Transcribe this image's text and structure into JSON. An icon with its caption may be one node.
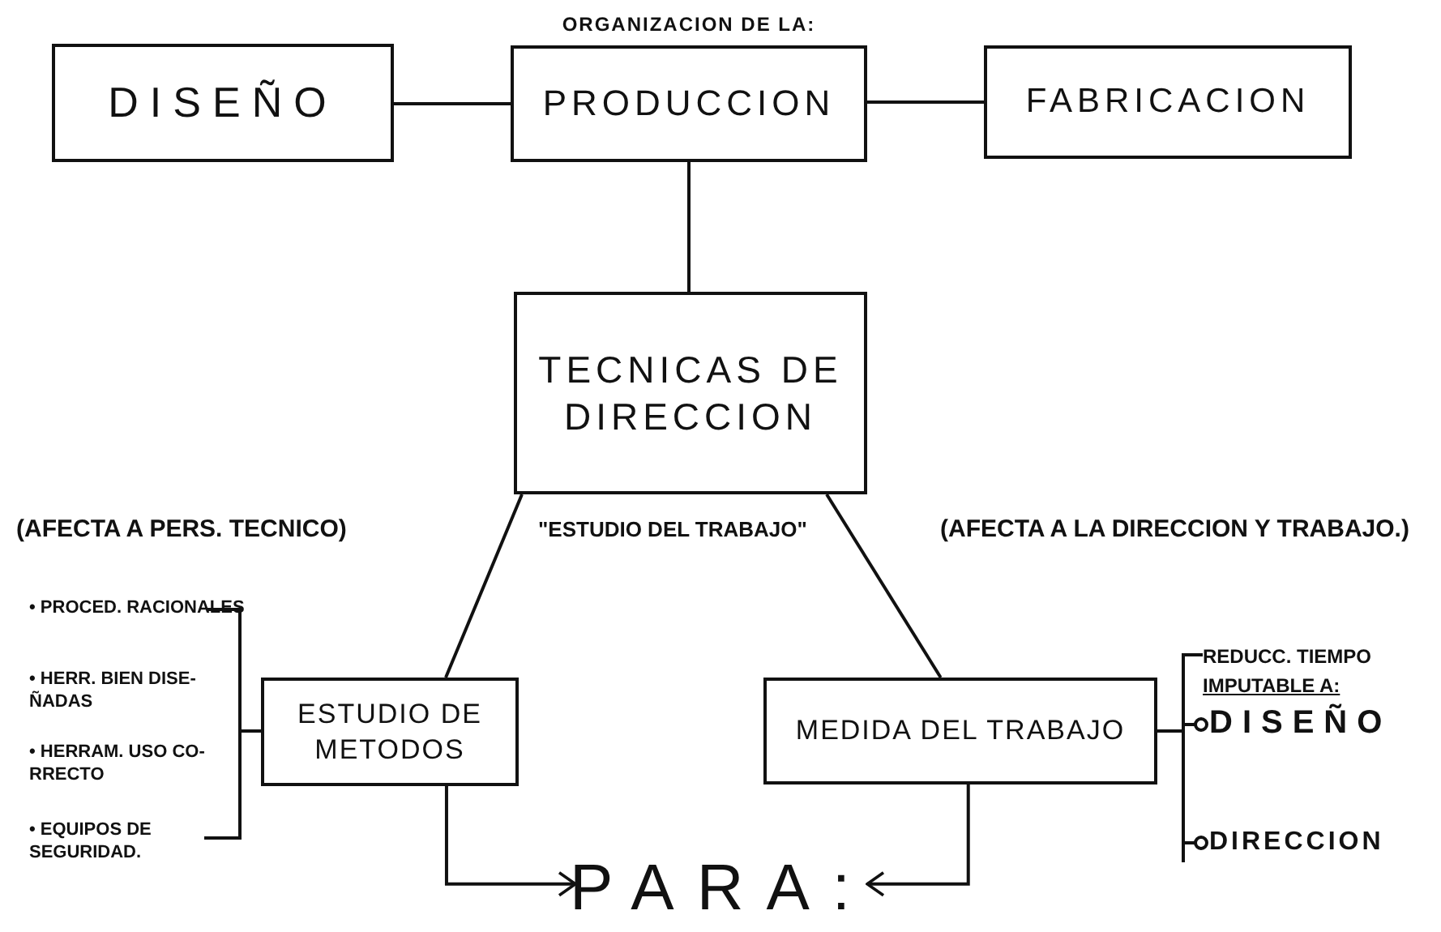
{
  "diagram": {
    "nodes": [
      {
        "text": [
          "DISEÑO"
        ]
      },
      {
        "text": [
          "ORGANIZACION DE LA:",
          "PRODUCCION"
        ]
      },
      {
        "text": [
          "FABRICACION"
        ]
      },
      {
        "text": [
          "TECNICAS DE DIRECCION"
        ]
      },
      {
        "text": [
          "ESTUDIO DE METODOS"
        ]
      },
      {
        "text": [
          "MEDIDA DEL TRABAJO"
        ]
      },
      {
        "text": [
          "PARA:"
        ]
      }
    ],
    "edges": [
      {
        "from": 0,
        "to": 1,
        "arrow": "none"
      },
      {
        "from": 1,
        "to": 2,
        "arrow": "none"
      },
      {
        "from": 1,
        "to": 3,
        "arrow": "none"
      },
      {
        "from": 3,
        "to": 4,
        "arrow": "none"
      },
      {
        "from": 3,
        "to": 5,
        "arrow": "none"
      },
      {
        "from": 4,
        "to": 6,
        "arrow": "to"
      },
      {
        "from": 5,
        "to": 6,
        "arrow": "to"
      }
    ],
    "labels": [
      "(AFECTA A PERS. TECNICO)",
      "\"ESTUDIO DEL TRABAJO\"",
      "(AFECTA A LA DIRECCION Y TRABAJO.)",
      "• PROCED. RACIONALES",
      "• HERR. BIEN DISE- ÑADAS",
      "• HERRAM. USO CO- RRECTO",
      "• EQUIPOS DE SEGURIDAD.",
      "REDUCC. TIEMPO",
      "IMPUTABLE A:",
      "DISEÑO",
      "DIRECCION"
    ]
  }
}
